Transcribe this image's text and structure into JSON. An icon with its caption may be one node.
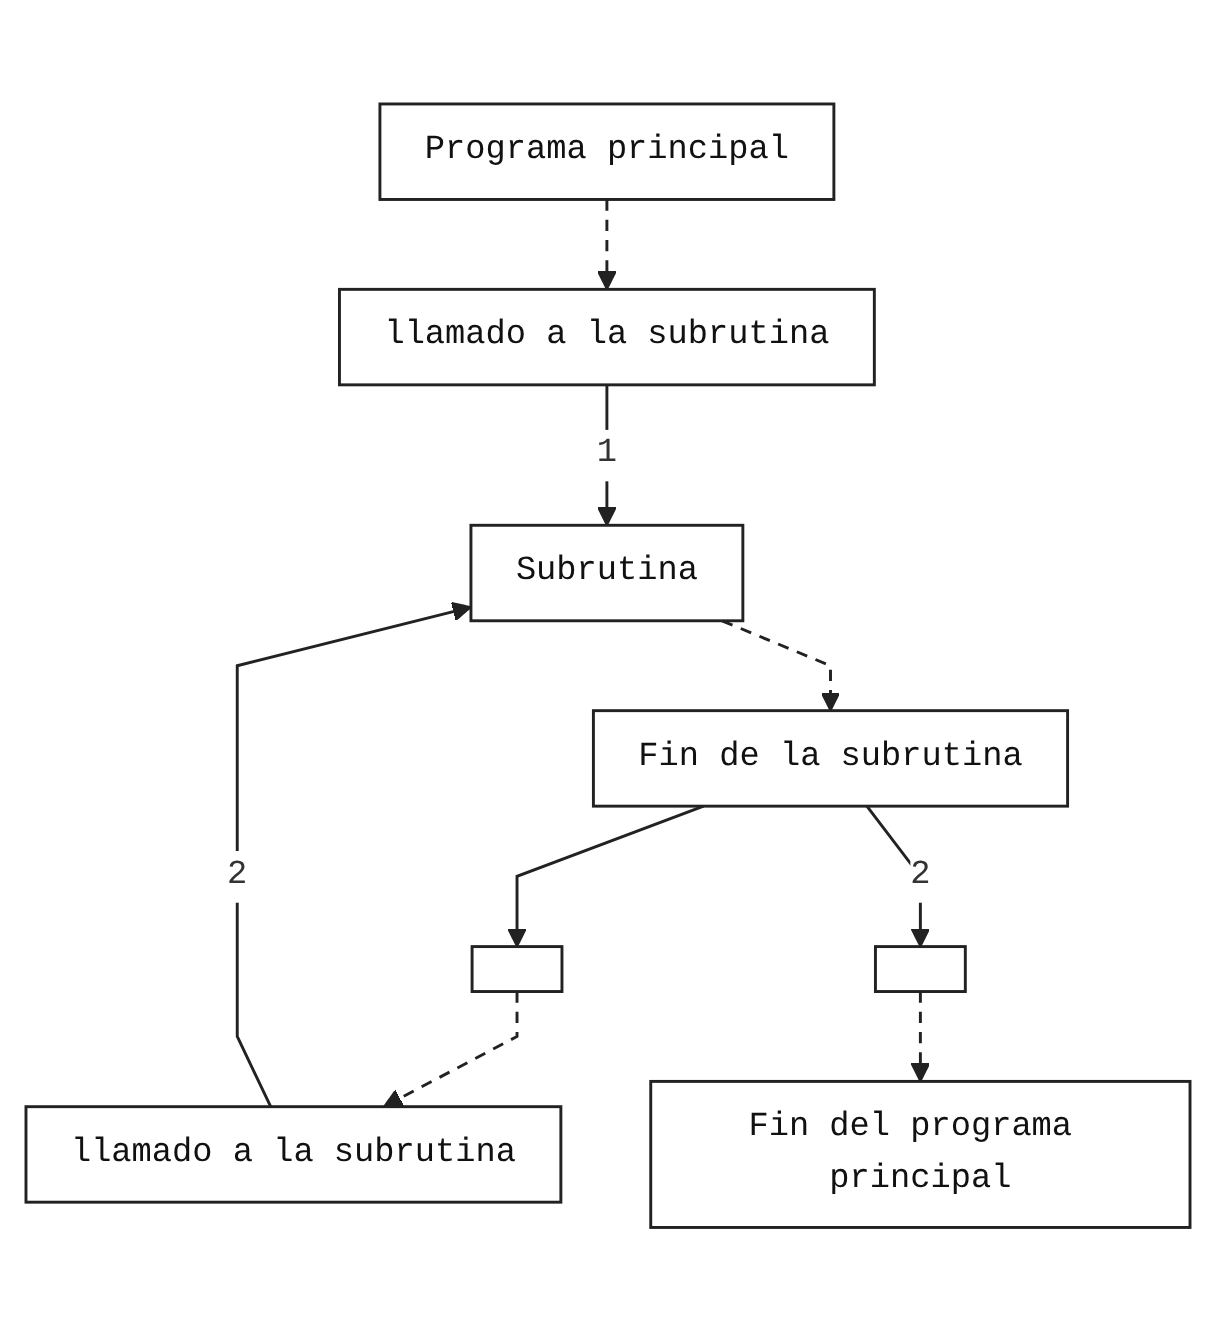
{
  "diagram": {
    "nodes": [
      {
        "text": [
          "Programa principal"
        ]
      },
      {
        "text": [
          "llamado a la subrutina"
        ]
      },
      {
        "text": [],
        "shape": "box"
      },
      {
        "text": [
          "llamado a la subrutina"
        ]
      },
      {
        "text": [],
        "shape": "box"
      },
      {
        "text": [
          "Fin del programa principal"
        ]
      },
      {
        "text": [
          "Subrutina"
        ]
      },
      {
        "text": [
          "Fin de la subrutina"
        ]
      }
    ],
    "edges": [
      {
        "from": 0,
        "to": 1,
        "arrow": "to",
        "style": "dashed"
      },
      {
        "from": 2,
        "to": 3,
        "arrow": "to",
        "style": "dashed"
      },
      {
        "from": 4,
        "to": 5,
        "arrow": "to",
        "style": "dashed"
      },
      {
        "from": 6,
        "to": 7,
        "arrow": "to",
        "style": "dashed"
      },
      {
        "from": 1,
        "to": 6,
        "arrow": "to",
        "label": "1"
      },
      {
        "from": 3,
        "to": 6,
        "arrow": "to",
        "label": "2"
      },
      {
        "from": 7,
        "to": 2,
        "arrow": "to"
      },
      {
        "from": 7,
        "to": 4,
        "arrow": "to",
        "label": "2"
      }
    ]
  }
}
